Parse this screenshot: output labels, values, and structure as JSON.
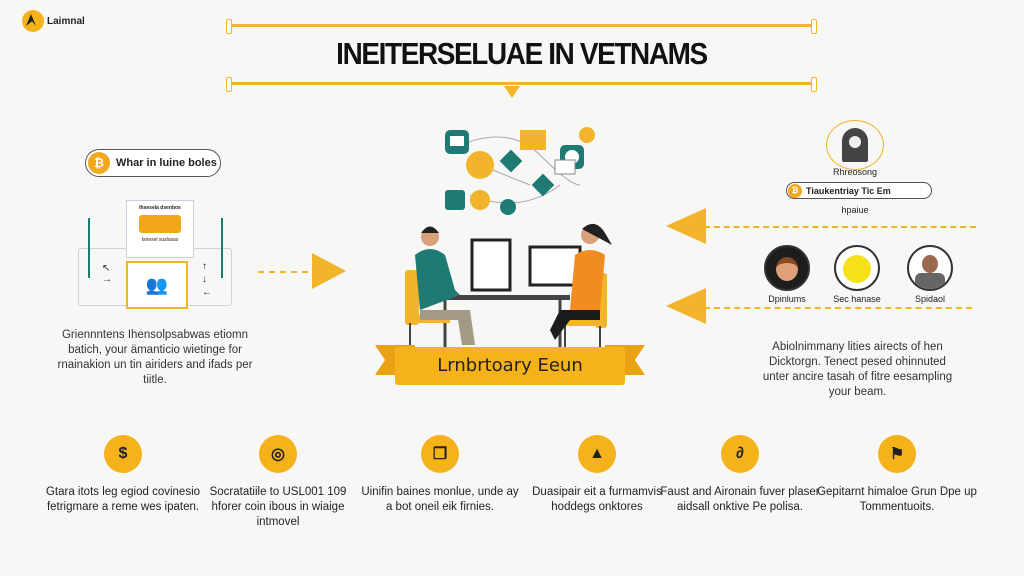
{
  "logo": {
    "text": "Laimnal"
  },
  "title": "INEITERSELUAE IN VETNAMS",
  "left": {
    "pill_label": "Whar in luine boles",
    "card_title": "Ihsesela dsenbos",
    "card_sub": "Isnesel suslosas",
    "description": "Griennntens Ihensolpsabwas etiomn batich, your ämanticio wietinge for rnainakion un tin airiders and ifads per tiitle."
  },
  "center": {
    "banner": "Lrnbrtoary Eeun"
  },
  "right": {
    "top_label": "Rhreosong",
    "pill_label": "Tiaukentriay Tic Em",
    "sub_label": "hpaiue",
    "people": [
      {
        "name": "Dpinlums"
      },
      {
        "name": "Sec hanase"
      },
      {
        "name": "Spidaol"
      }
    ],
    "description": "Abiolnimmany lities airects of hen Dicktorgn. Tenect pesed ohinnuted unter ancire tasah of fitre eesampling your beam."
  },
  "features": [
    {
      "icon": "dollar-icon",
      "glyph": "$",
      "text": "Gtara itots leg egiod covinesio fetrigmare a reme wes ipaten."
    },
    {
      "icon": "target-coin-icon",
      "glyph": "◎",
      "text": "Socratatiile to USL001 109 hforer coin ibous in wiaige intmovel"
    },
    {
      "icon": "scroll-icon",
      "glyph": "❐",
      "text": "Uinifin baines monlue, unde ay a bot oneil eik firnies."
    },
    {
      "icon": "cone-icon",
      "glyph": "▲",
      "text": "Duasipair eit a furmamvis hoddegs onktores"
    },
    {
      "icon": "link-icon",
      "glyph": "∂",
      "text": "Faust and Aironain fuver plaser aidsall onktive Pe polisa."
    },
    {
      "icon": "flag-icon",
      "glyph": "⚑",
      "text": "Gepitarnt himaloe Grun Dpe up Tommentuoits."
    }
  ],
  "colors": {
    "accent": "#f5b21b",
    "teal": "#1f7a73"
  }
}
